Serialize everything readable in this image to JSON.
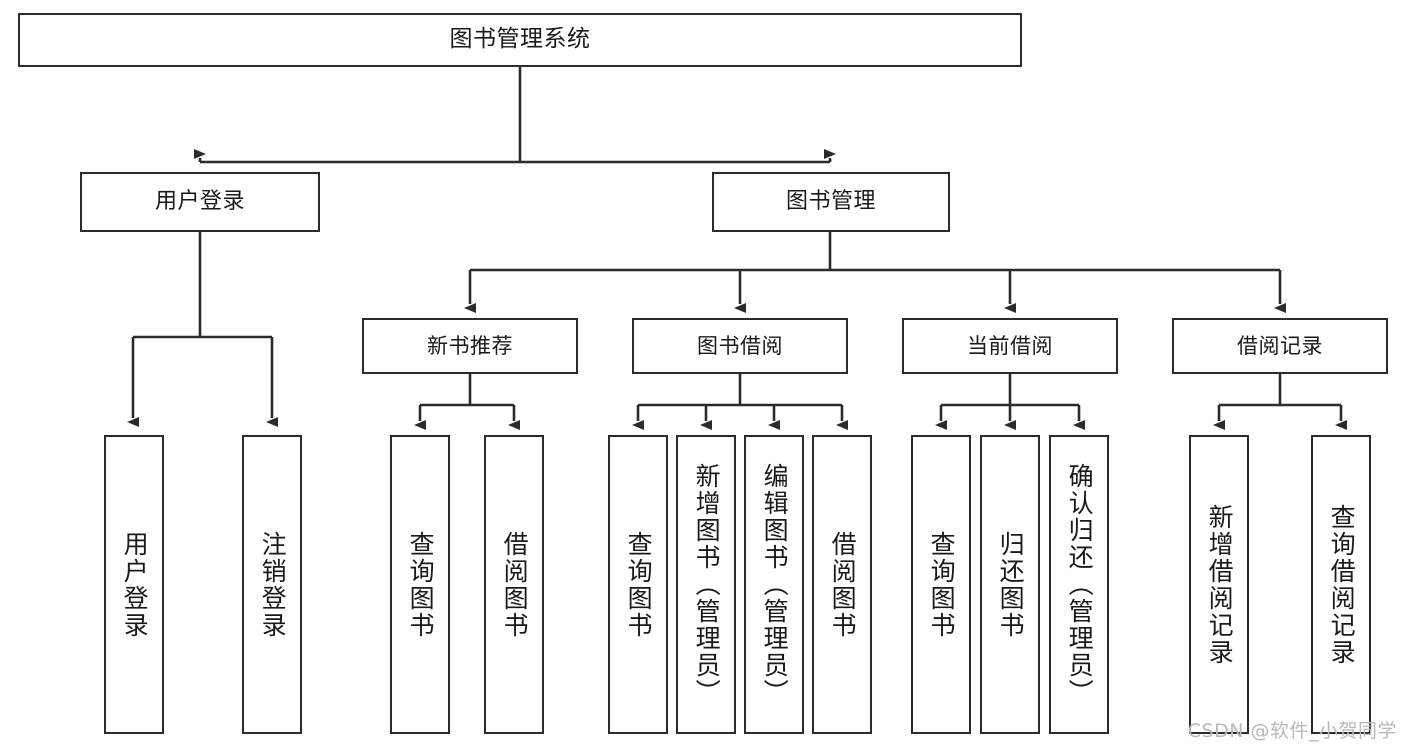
{
  "diagram": {
    "title": "图书管理系统",
    "type": "tree",
    "root": {
      "label": "图书管理系统"
    },
    "level1": [
      {
        "label": "用户登录"
      },
      {
        "label": "图书管理"
      }
    ],
    "level2": [
      {
        "label": "新书推荐"
      },
      {
        "label": "图书借阅"
      },
      {
        "label": "当前借阅"
      },
      {
        "label": "借阅记录"
      }
    ],
    "leaves": {
      "login": [
        {
          "label": "用户登录"
        },
        {
          "label": "注销登录"
        }
      ],
      "newbook": [
        {
          "label": "查询图书"
        },
        {
          "label": "借阅图书"
        }
      ],
      "borrow": [
        {
          "label": "查询图书"
        },
        {
          "label": "新增图书（管理员）"
        },
        {
          "label": "编辑图书（管理员）"
        },
        {
          "label": "借阅图书"
        }
      ],
      "current": [
        {
          "label": "查询图书"
        },
        {
          "label": "归还图书"
        },
        {
          "label": "确认归还（管理员）"
        }
      ],
      "record": [
        {
          "label": "新增借阅记录"
        },
        {
          "label": "查询借阅记录"
        }
      ]
    }
  },
  "watermark": {
    "text": "CSDN @软件_小贺同学"
  },
  "colors": {
    "stroke": "#2b2b2b",
    "background": "#ffffff",
    "text": "#1a1a1a",
    "watermark": "#b9b9b9"
  }
}
